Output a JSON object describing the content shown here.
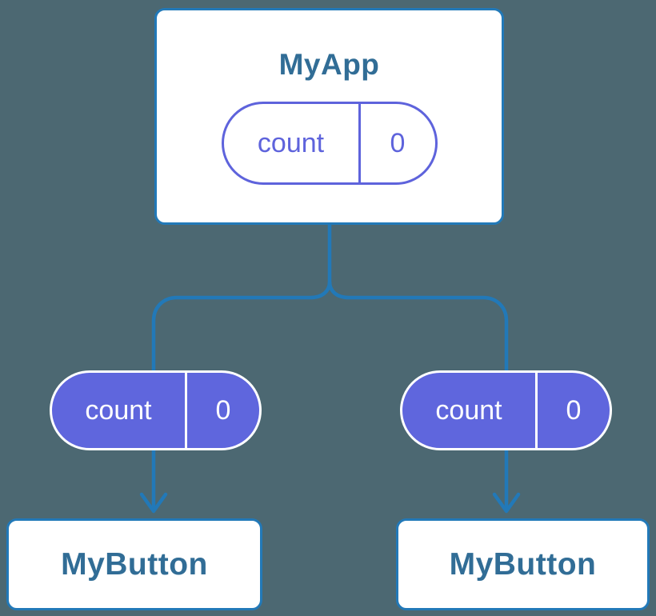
{
  "diagram": {
    "type": "component-tree",
    "root": {
      "title": "MyApp",
      "state": {
        "name": "count",
        "value": "0"
      }
    },
    "children": [
      {
        "title": "MyButton",
        "state": {
          "name": "count",
          "value": "0"
        }
      },
      {
        "title": "MyButton",
        "state": {
          "name": "count",
          "value": "0"
        }
      }
    ]
  },
  "colors": {
    "background": "#4c6872",
    "connector_blue": "#2279b8",
    "card_border_blue": "#2279b8",
    "card_background": "#ffffff",
    "component_label_blue": "#316d96",
    "state_pill_fill_purple": "#5f66dd",
    "state_pill_outline_purple": "#5e63dc",
    "state_pill_text_light": "#ffffff"
  }
}
